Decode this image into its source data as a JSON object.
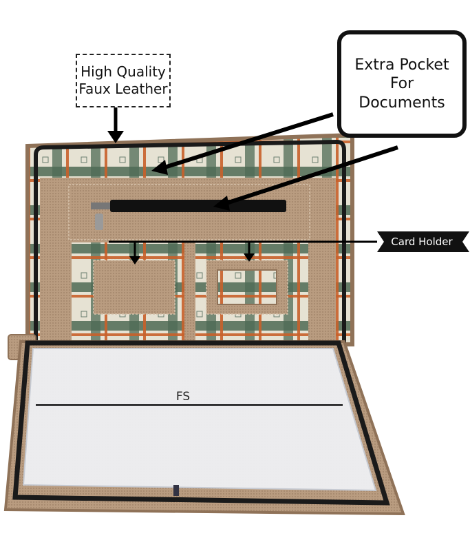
{
  "labels": {
    "high_quality": [
      "High Quality",
      "Faux Leather"
    ],
    "extra_pocket": [
      "Extra Pocket",
      "For",
      "Documents"
    ],
    "card_holder": "Card Holder",
    "fs": "FS"
  },
  "colors": {
    "leather": "#b89a7e",
    "leather_dark": "#8f7258",
    "zipper": "#1a1a1a",
    "plaid_green": "#4f6a55",
    "plaid_orange": "#c8612a",
    "plaid_cream": "#e8e4d6",
    "sheet": "#eef0f3"
  }
}
